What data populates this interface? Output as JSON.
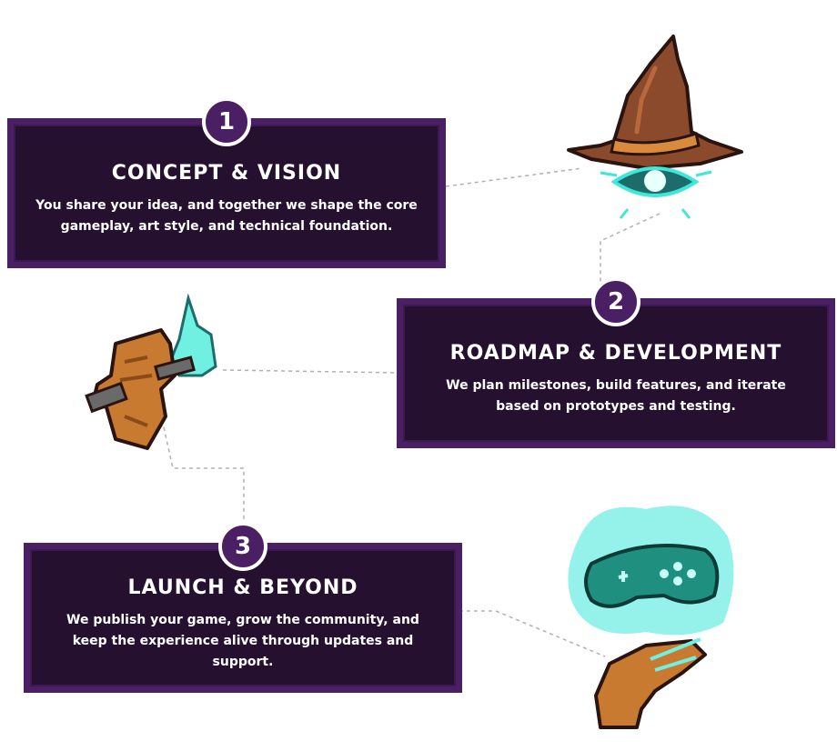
{
  "steps": [
    {
      "number": "1",
      "title": "CONCEPT & VISION",
      "description": "You share your idea, and together we shape the core gameplay, art style, and technical foundation.",
      "illustration_icon": "wizard-hat-icon"
    },
    {
      "number": "2",
      "title": "ROADMAP & DEVELOPMENT",
      "description": "We plan milestones, build features, and iterate based on prototypes and testing.",
      "illustration_icon": "gauntlet-icon"
    },
    {
      "number": "3",
      "title": "LAUNCH & BEYOND",
      "description": "We publish your game, grow the community, and keep the experience alive through updates and support.",
      "illustration_icon": "game-controller-hand-icon"
    }
  ],
  "colors": {
    "card_border": "#4a1f63",
    "card_background": "#26102f",
    "text": "#ffffff",
    "magic_glow": "#3de8d8",
    "connector": "#b0b0b0"
  }
}
